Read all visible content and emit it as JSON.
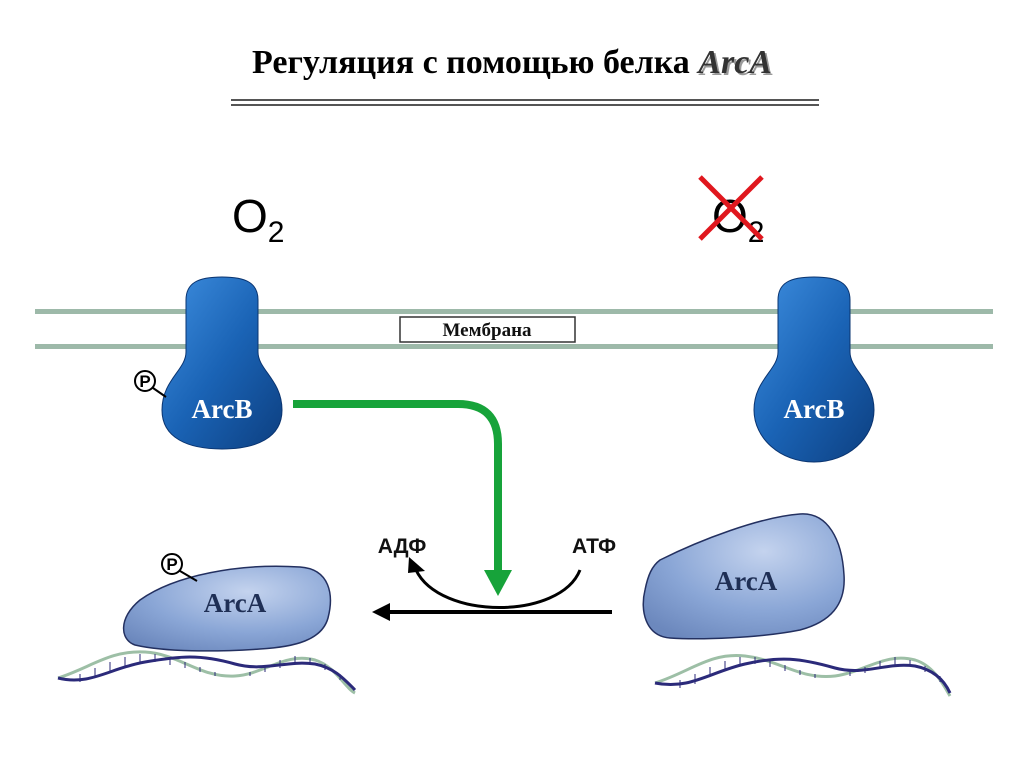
{
  "title": {
    "text": "Регуляция с помощью белка ",
    "emphasis": "ArcA"
  },
  "oxygen": {
    "present": {
      "base": "O",
      "sub": "2"
    },
    "absent": {
      "base": "O",
      "sub": "2",
      "crossed_out": true
    }
  },
  "membrane": {
    "label": "Мембрана"
  },
  "proteins": {
    "arcb_left": "ArcB",
    "arcb_right": "ArcB",
    "arca_left": "ArcA",
    "arca_right": "ArcA"
  },
  "phosphate": {
    "symbol": "P"
  },
  "nucleotides": {
    "adp": "АДФ",
    "atp": "АТФ"
  },
  "colors": {
    "arcb": "#1a63b5",
    "arca": "#8aa6d6",
    "membrane": "#9db9a9",
    "transfer_arrow": "#17a33a",
    "cross": "#e0171e",
    "dna": "#2b2a7a"
  }
}
